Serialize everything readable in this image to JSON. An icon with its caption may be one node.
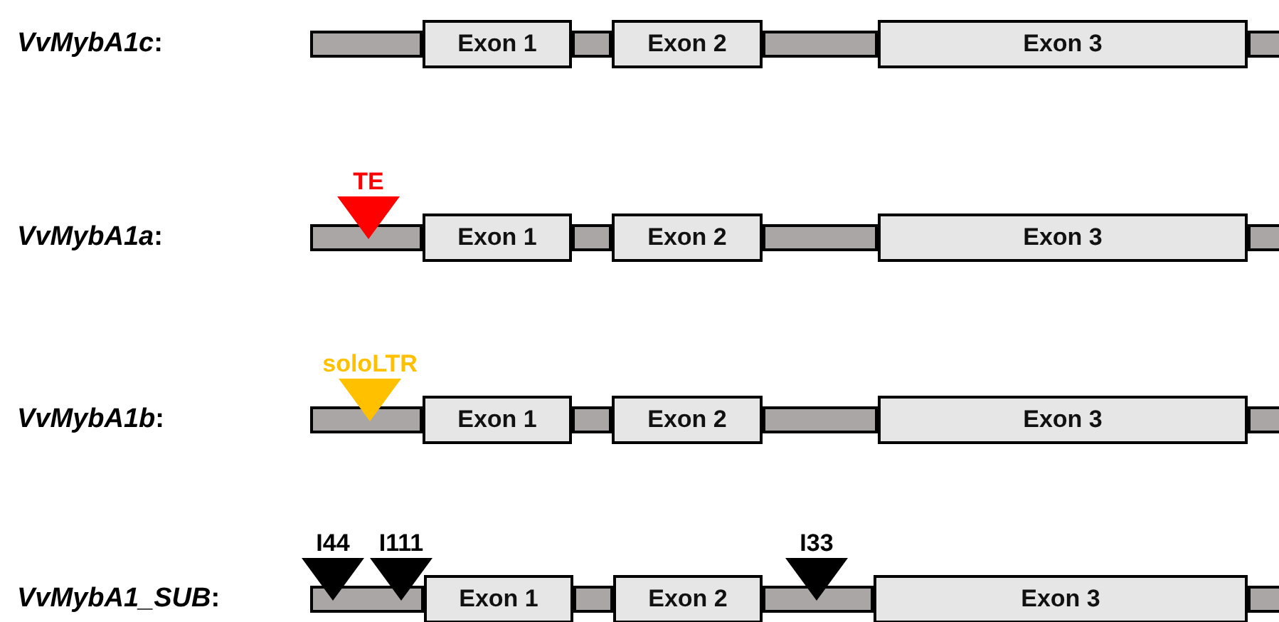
{
  "diagram": {
    "nodes": [
      {
        "text": [
          "Exon 1"
        ]
      },
      {
        "text": [
          "Exon 2"
        ]
      },
      {
        "text": [
          "Exon 3"
        ]
      },
      {
        "text": [
          "TE"
        ]
      },
      {
        "text": [
          "Exon 1"
        ]
      },
      {
        "text": [
          "Exon 2"
        ]
      },
      {
        "text": [
          "Exon 3"
        ]
      },
      {
        "text": [
          "soloLTR"
        ]
      },
      {
        "text": [
          "Exon 1"
        ]
      },
      {
        "text": [
          "Exon 2"
        ]
      },
      {
        "text": [
          "Exon 3"
        ]
      },
      {
        "text": [
          "I44"
        ]
      },
      {
        "text": [
          "I111"
        ]
      },
      {
        "text": [
          "Exon 1"
        ]
      },
      {
        "text": [
          "Exon 2"
        ]
      },
      {
        "text": [
          "I33"
        ]
      },
      {
        "text": [
          "Exon 3"
        ]
      },
      {
        "text": [],
        "shape": "bar"
      },
      {
        "text": [],
        "shape": "bar"
      },
      {
        "text": [],
        "shape": "bar"
      },
      {
        "text": [],
        "shape": "bar"
      },
      {
        "text": [],
        "shape": "bar"
      },
      {
        "text": [],
        "shape": "bar"
      },
      {
        "text": [],
        "shape": "bar"
      },
      {
        "text": [],
        "shape": "bar"
      },
      {
        "text": [],
        "shape": "bar"
      },
      {
        "text": [],
        "shape": "bar"
      },
      {
        "text": [],
        "shape": "bar"
      },
      {
        "text": [],
        "shape": "bar"
      },
      {
        "text": [],
        "shape": "bar"
      },
      {
        "text": [],
        "shape": "bar"
      },
      {
        "text": [],
        "shape": "bar"
      },
      {
        "text": [],
        "shape": "bar"
      }
    ],
    "labels": [
      "*VvMybA1c*:",
      "*VvMybA1a*:",
      "*VvMybA1b*:",
      "*VvMybA1_SUB*:"
    ]
  }
}
